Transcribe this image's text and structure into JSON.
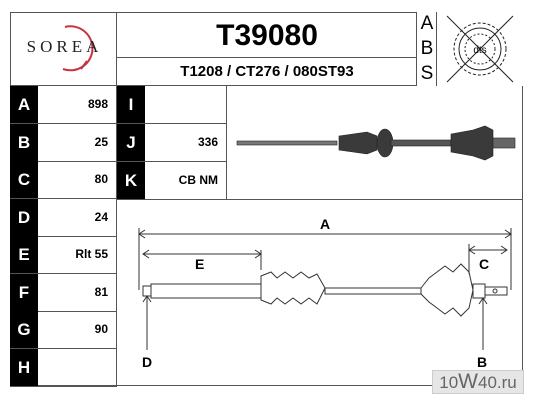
{
  "header": {
    "brand": "SOREA",
    "part_number": "T39080",
    "cross_refs": "T1208 / CT276 / 080ST93",
    "abs_letters": [
      "A",
      "B",
      "S"
    ],
    "badge_text": "dts"
  },
  "specs_left": [
    {
      "letter": "A",
      "value": "898"
    },
    {
      "letter": "B",
      "value": "25"
    },
    {
      "letter": "C",
      "value": "80"
    },
    {
      "letter": "D",
      "value": "24"
    },
    {
      "letter": "E",
      "value": "Rlt 55"
    },
    {
      "letter": "F",
      "value": "81"
    },
    {
      "letter": "G",
      "value": "90"
    },
    {
      "letter": "H",
      "value": ""
    }
  ],
  "specs_mid": [
    {
      "letter": "I",
      "value": ""
    },
    {
      "letter": "J",
      "value": "336"
    },
    {
      "letter": "K",
      "value": "CB NM"
    }
  ],
  "diagram": {
    "labels": {
      "A": "A",
      "E": "E",
      "C": "C",
      "D": "D",
      "B": "B"
    }
  },
  "watermark": {
    "prefix": "10",
    "big": "W",
    "suffix": "40.ru"
  },
  "colors": {
    "letter_bg": "#000000",
    "border": "#555555",
    "shaft": "#333333"
  }
}
